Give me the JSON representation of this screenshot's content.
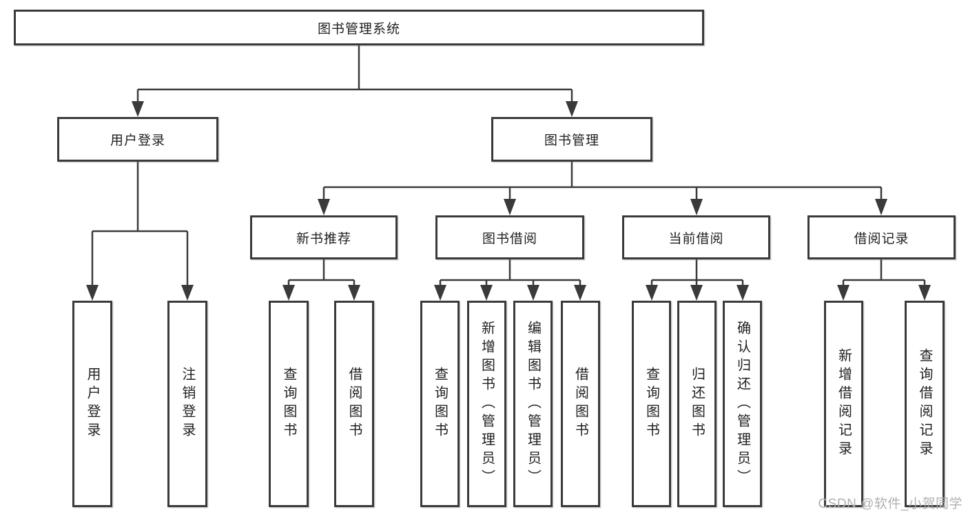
{
  "tree": {
    "label": "图书管理系统",
    "children": [
      {
        "label": "用户登录",
        "children": [
          "用户登录",
          "注销登录"
        ]
      },
      {
        "label": "图书管理",
        "children": [
          {
            "label": "新书推荐",
            "children": [
              "查询图书",
              "借阅图书"
            ]
          },
          {
            "label": "图书借阅",
            "children": [
              "查询图书",
              "新增图书（管理员）",
              "编辑图书（管理员）",
              "借阅图书"
            ]
          },
          {
            "label": "当前借阅",
            "children": [
              "查询图书",
              "归还图书",
              "确认归还（管理员）"
            ]
          },
          {
            "label": "借阅记录",
            "children": [
              "新增借阅记录",
              "查询借阅记录"
            ]
          }
        ]
      }
    ]
  },
  "colors": {
    "line": "#3a3a3a",
    "box_border": "#3a3a3a",
    "box_fill": "#ffffff",
    "text": "#1f1f1f",
    "watermark": "#b0b0b0",
    "background": "#ffffff"
  },
  "watermark": "CSDN @软件_小贺同学"
}
